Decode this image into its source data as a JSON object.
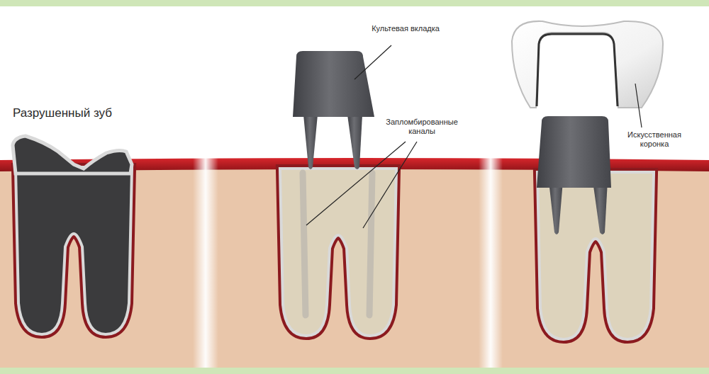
{
  "diagram": {
    "labels": [
      "Разрушенный зуб",
      "Культевая вкладка",
      "Запломбированные каналы",
      "Искусственная коронка"
    ]
  }
}
